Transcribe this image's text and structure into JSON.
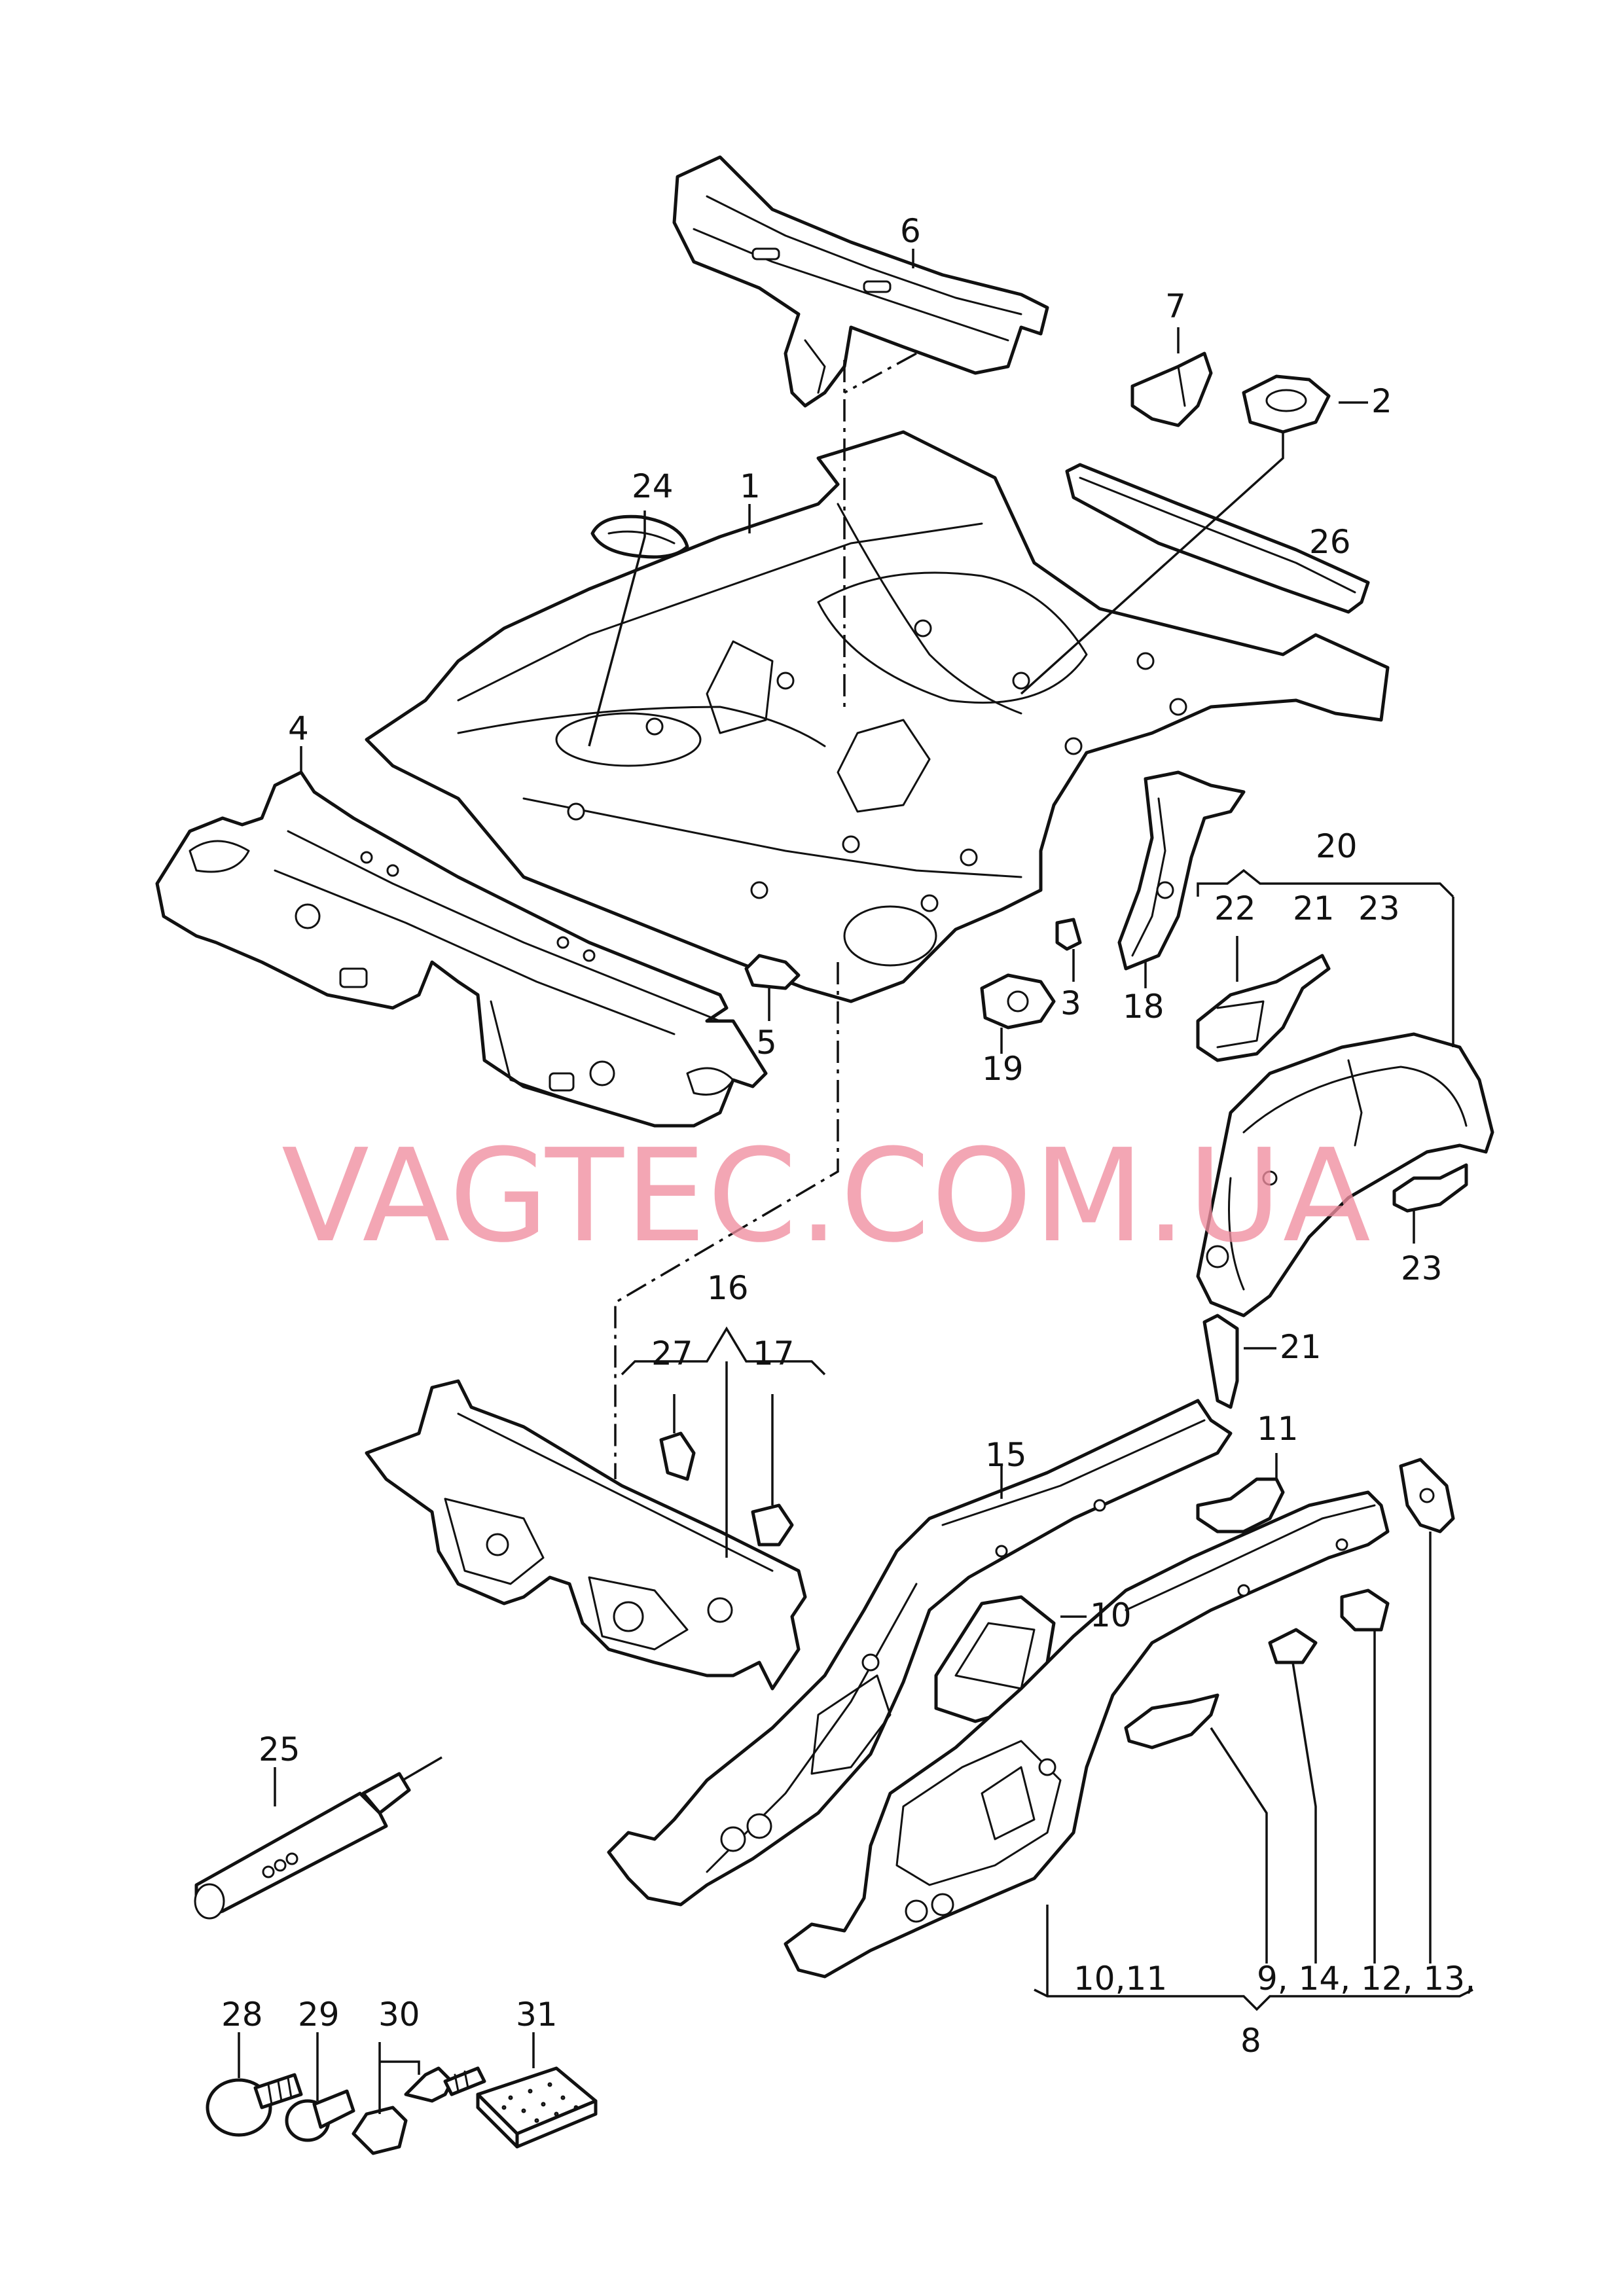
{
  "watermark": "VAGTEC.COM.UA",
  "colors": {
    "line": "#111111",
    "watermark": "#f08ea0",
    "background": "#ffffff"
  },
  "callouts": {
    "c1": "1",
    "c2": "2",
    "c3": "3",
    "c4": "4",
    "c5": "5",
    "c6": "6",
    "c7": "7",
    "c8": "8",
    "c10_11": "10,11",
    "c9_14_12_13": "9, 14, 12, 13,",
    "c10": "10",
    "c11": "11",
    "c15": "15",
    "c16": "16",
    "c17": "17",
    "c18": "18",
    "c19": "19",
    "c20": "20",
    "c21a": "21",
    "c21b": "21",
    "c22": "22",
    "c23a": "23",
    "c23b": "23",
    "c24": "24",
    "c25": "25",
    "c26": "26",
    "c27": "27",
    "c28": "28",
    "c29": "29",
    "c30": "30",
    "c31": "31"
  }
}
